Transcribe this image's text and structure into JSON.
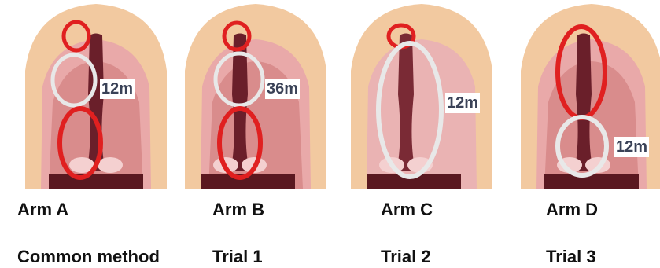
{
  "colors": {
    "red_ring": "#e02020",
    "white_ring": "#e8e8e8",
    "tissue": "#e9a9a9",
    "skin": "#f2c9a0",
    "label_text": "#3a4257"
  },
  "panels": [
    {
      "arm": "Arm A",
      "trial": "Common method",
      "time": "12m"
    },
    {
      "arm": "Arm B",
      "trial": "Trial 1",
      "time": "36m"
    },
    {
      "arm": "Arm C",
      "trial": "Trial 2",
      "time": "12m"
    },
    {
      "arm": "Arm D",
      "trial": "Trial 3",
      "time": "12m"
    }
  ]
}
